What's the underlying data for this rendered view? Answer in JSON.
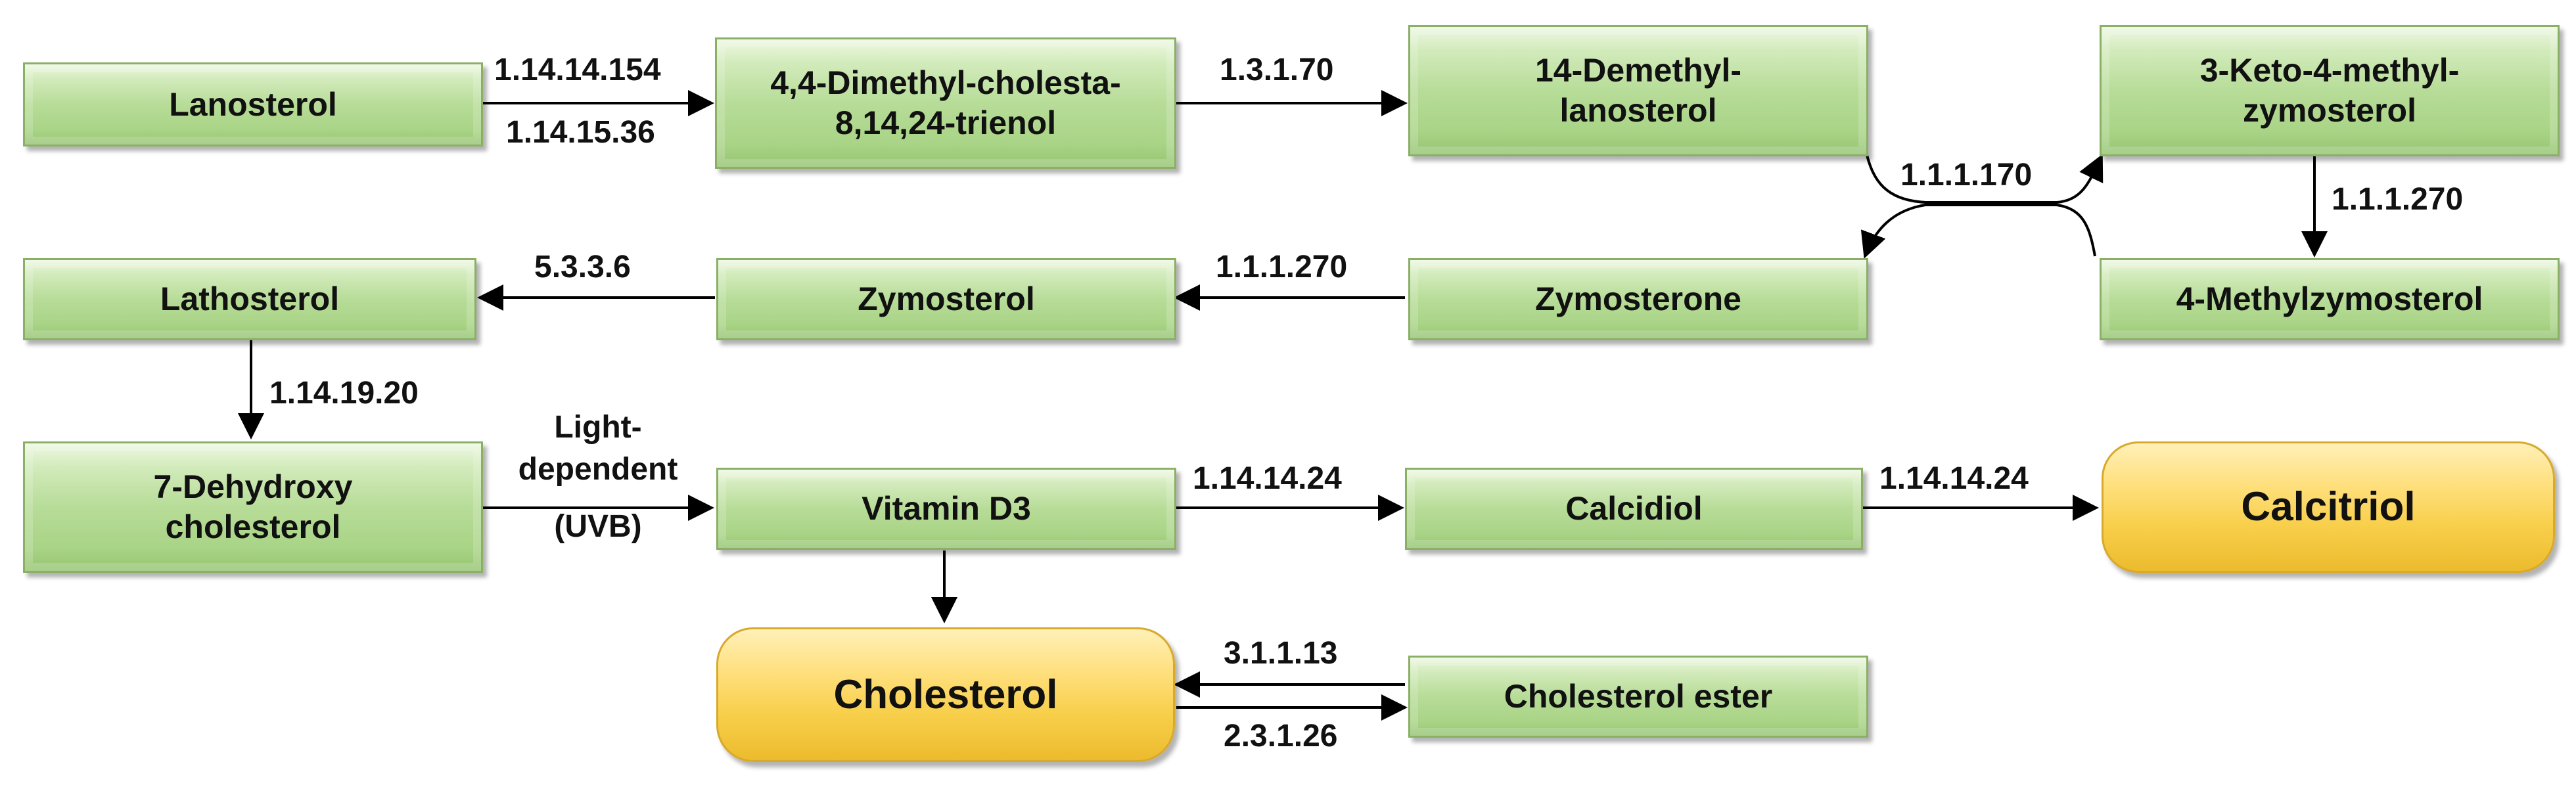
{
  "nodes": {
    "lanosterol": "Lanosterol",
    "dimethyl_line1": "4,4-Dimethyl-cholesta-",
    "dimethyl_line2": "8,14,24-trienol",
    "demethyl_line1": "14-Demethyl-",
    "demethyl_line2": "lanosterol",
    "keto_line1": "3-Keto-4-methyl-",
    "keto_line2": "zymosterol",
    "methylzymosterol": "4-Methylzymosterol",
    "zymosterone": "Zymosterone",
    "zymosterol": "Zymosterol",
    "lathosterol": "Lathosterol",
    "dehydroxy_line1": "7-Dehydroxy",
    "dehydroxy_line2": "cholesterol",
    "vitamin_d3": "Vitamin D3",
    "calcidiol": "Calcidiol",
    "calcitriol": "Calcitriol",
    "cholesterol": "Cholesterol",
    "cholesterol_ester": "Cholesterol ester"
  },
  "enzymes": {
    "e_1_14_14_154": "1.14.14.154",
    "e_1_14_15_36": "1.14.15.36",
    "e_1_3_1_70": "1.3.1.70",
    "e_1_1_1_170": "1.1.1.170",
    "e_1_1_1_270_right": "1.1.1.270",
    "e_1_1_1_270_mid": "1.1.1.270",
    "e_5_3_3_6": "5.3.3.6",
    "e_1_14_19_20": "1.14.19.20",
    "light_line1": "Light-",
    "light_line2": "dependent",
    "light_line3": "(UVB)",
    "e_1_14_14_24_a": "1.14.14.24",
    "e_1_14_14_24_b": "1.14.14.24",
    "e_3_1_1_13": "3.1.1.13",
    "e_2_3_1_26": "2.3.1.26"
  },
  "colors": {
    "node_green": "#b7dc98",
    "node_gold": "#f8cf4a",
    "arrow": "#000000"
  }
}
